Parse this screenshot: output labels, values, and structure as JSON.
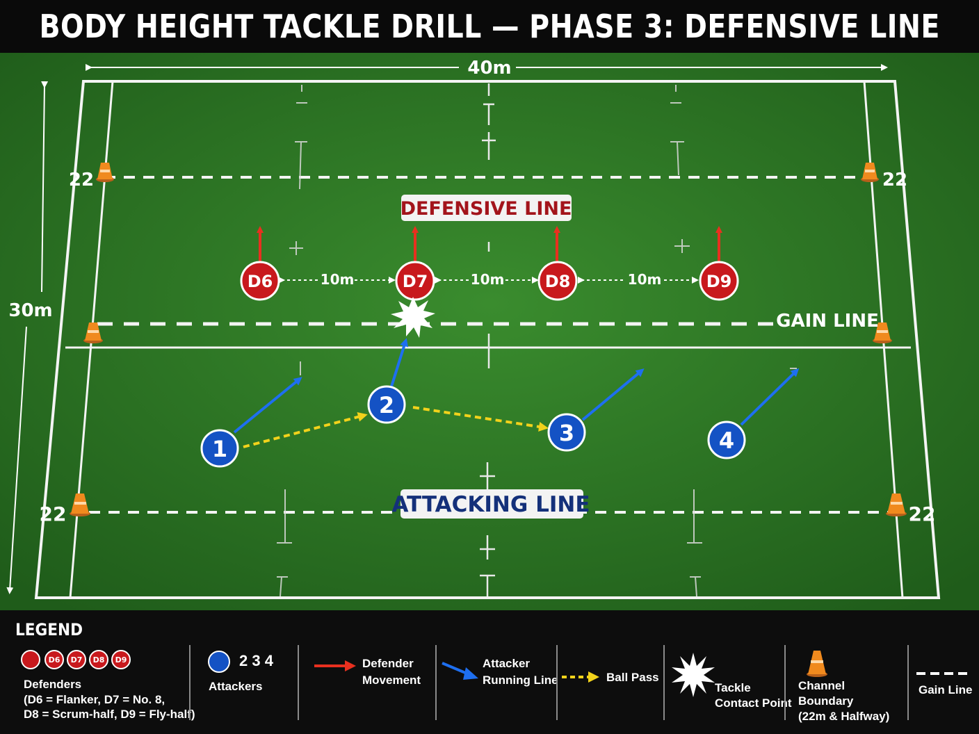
{
  "title": "BODY HEIGHT TACKLE DRILL — PHASE 3: DEFENSIVE LINE",
  "dimensions": {
    "width_label": "40m",
    "height_label": "30m"
  },
  "field_labels": {
    "line_22": "22",
    "defensive_line": "DEFENSIVE LINE",
    "attacking_line": "ATTACKING LINE",
    "gain_line": "GAIN LINE",
    "spacing": "10m"
  },
  "defenders": [
    "D6",
    "D7",
    "D8",
    "D9"
  ],
  "attackers": [
    "1",
    "2",
    "3",
    "4"
  ],
  "legend": {
    "title": "LEGEND",
    "defenders_chips": [
      "D6",
      "D7",
      "D8",
      "D9"
    ],
    "defenders_label": "Defenders",
    "defenders_detail_1": "(D6 = Flanker, D7 = No. 8,",
    "defenders_detail_2": "D8 = Scrum-half, D9 = Fly-half)",
    "attackers_numbers": "2  3  4",
    "attackers_label": "Attackers",
    "defender_movement_1": "Defender",
    "defender_movement_2": "Movement",
    "attacker_running_1": "Attacker",
    "attacker_running_2": "Running Line",
    "ball_pass": "Ball Pass",
    "tackle_1": "Tackle",
    "tackle_2": "Contact Point",
    "channel_1": "Channel",
    "channel_2": "Boundary",
    "channel_3": "(22m & Halfway)",
    "gain_line": "Gain Line"
  },
  "colors": {
    "pitch": "#2e7a27",
    "defender": "#c8191d",
    "attacker": "#1452c4",
    "defender_arrow": "#e8301f",
    "attacker_arrow": "#1e6ff0",
    "pass": "#f2d21b",
    "cone": "#f08a1e",
    "defensive_label": "#a3141b",
    "attacking_label": "#14307a"
  }
}
